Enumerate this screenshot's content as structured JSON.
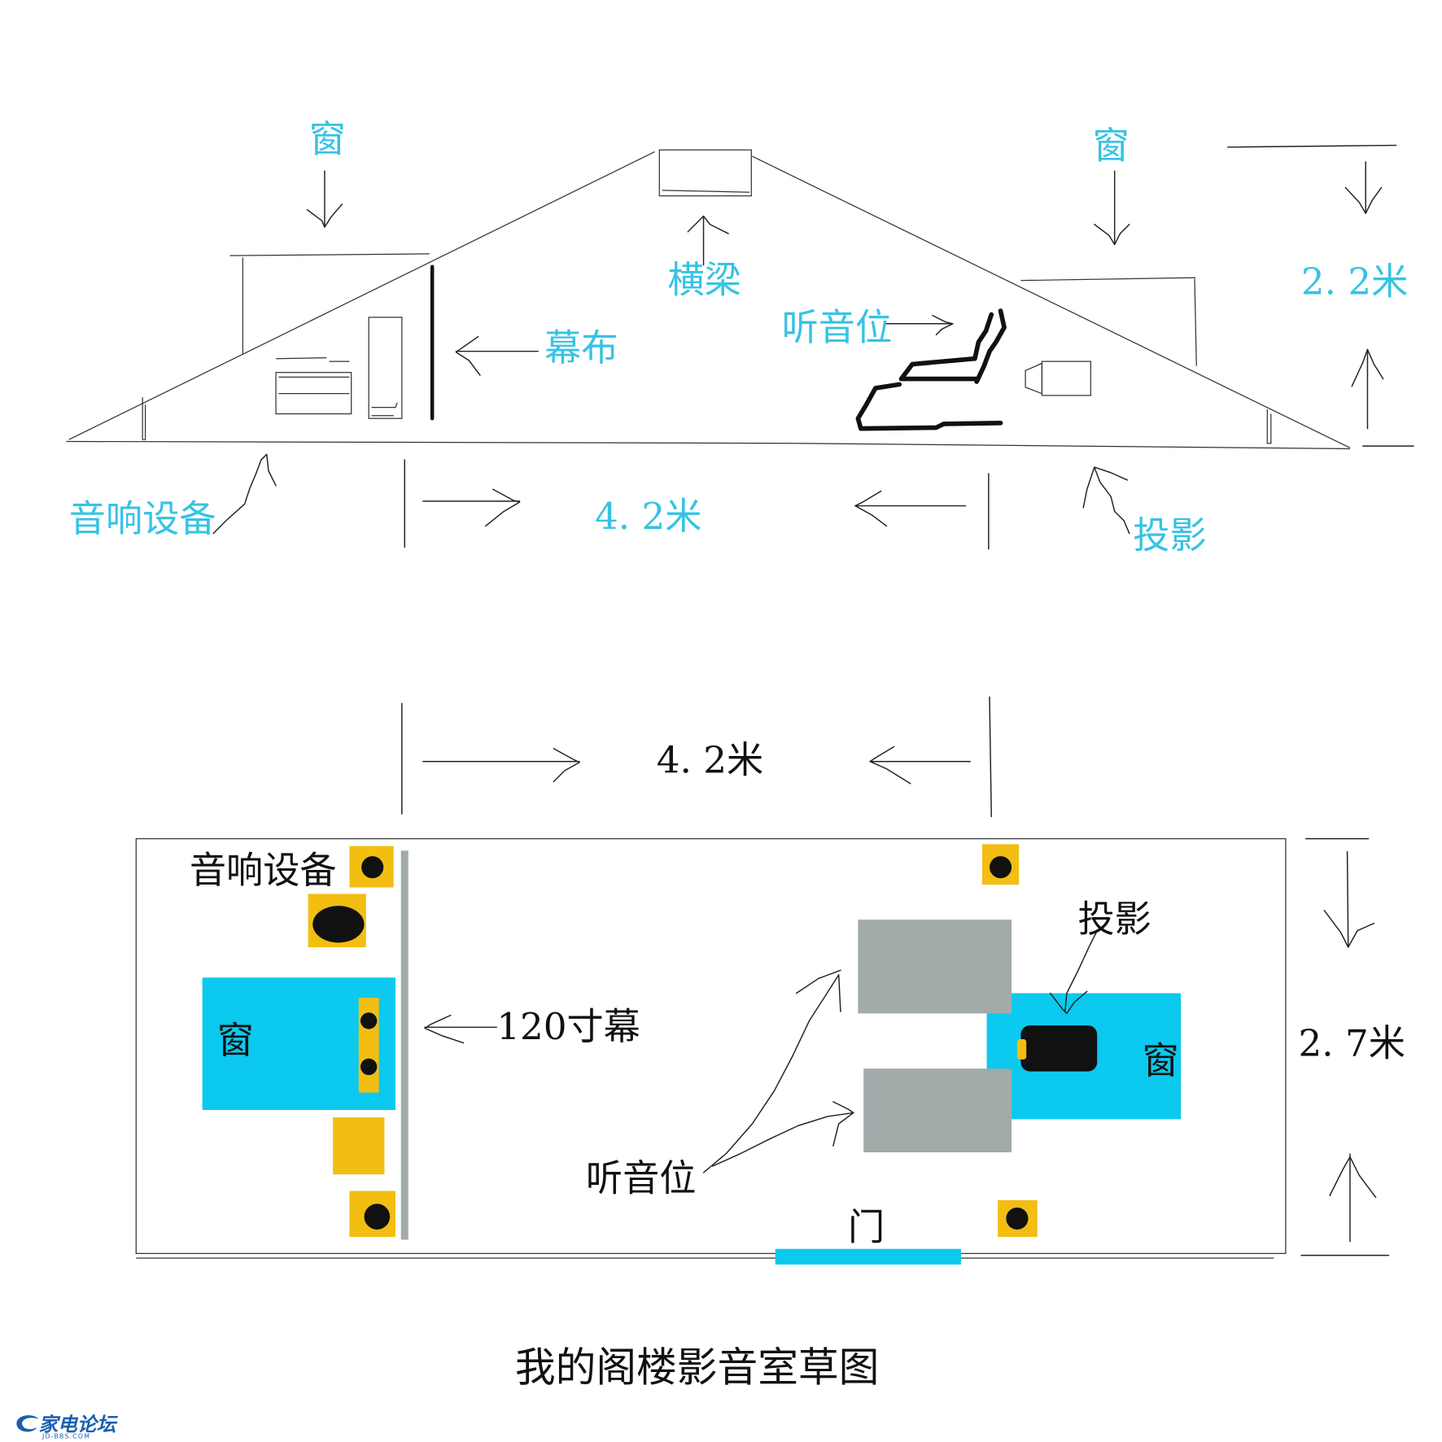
{
  "title": "我的阁楼影音室草图",
  "elevation_view": {
    "labels": {
      "window_left": "窗",
      "window_right": "窗",
      "beam": "横梁",
      "screen": "幕布",
      "listening_position": "听音位",
      "height": "2. 2米",
      "audio_equipment": "音响设备",
      "width": "4. 2米",
      "projector": "投影"
    }
  },
  "plan_view": {
    "labels": {
      "width": "4. 2米",
      "audio_equipment": "音响设备",
      "projector": "投影",
      "window_left": "窗",
      "screen": "120寸幕",
      "window_right": "窗",
      "depth": "2. 7米",
      "listening_position": "听音位",
      "door": "门"
    }
  },
  "watermark": {
    "name": "家电论坛",
    "url": "JD-BBS.COM"
  },
  "colors": {
    "label_cyan": "#36c3e3",
    "window_cyan": "#0bc9ef",
    "speaker_yellow": "#f2be12",
    "seat_gray": "#a2aaaa",
    "ink": "#111111",
    "logo_blue": "#1a5fb0"
  }
}
